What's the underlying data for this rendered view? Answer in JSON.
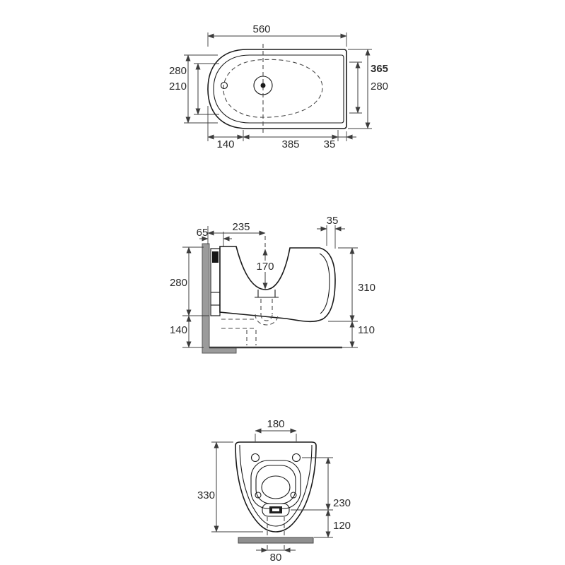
{
  "drawing": {
    "views": {
      "top": {
        "dim_width_overall": "560",
        "dim_depth_overall": "365",
        "dim_left_outer": "280",
        "dim_left_inner": "210",
        "dim_right_basin": "280",
        "dim_bottom_left": "140",
        "dim_bottom_mid": "385",
        "dim_bottom_right": "35"
      },
      "side": {
        "dim_frame_depth": "65",
        "dim_wall_to_drain": "235",
        "dim_rim_back": "35",
        "dim_basin_depth": "170",
        "dim_upper_left": "280",
        "dim_body_height": "310",
        "dim_lower_left": "140",
        "dim_underside_clearance": "110"
      },
      "front": {
        "dim_hole_spacing": "180",
        "dim_height": "330",
        "dim_holes_to_drain": "230",
        "dim_drain_to_floor": "120",
        "dim_drain_width": "80"
      }
    },
    "colors": {
      "outline": "#1a1a1a",
      "dimension": "#3c3c3c",
      "wall_fill": "#9b9b9b",
      "floor_fill": "#8f8f8f",
      "background": "#ffffff"
    }
  }
}
